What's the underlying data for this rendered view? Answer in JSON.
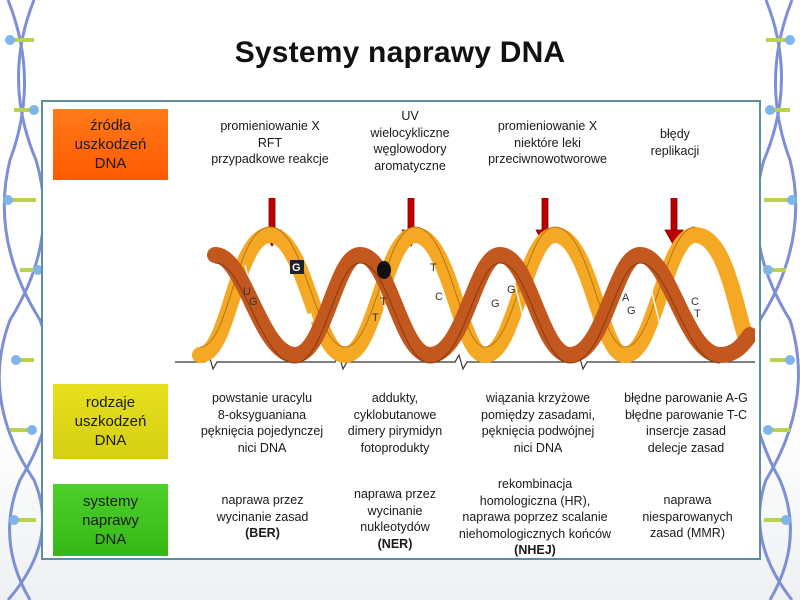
{
  "title": "Systemy naprawy DNA",
  "colors": {
    "sources_box": "#ff6a00",
    "types_box": "#e0d918",
    "repair_box": "#3fc21f",
    "strand_dark": "#c2581e",
    "strand_light": "#f4a824",
    "arrow": "#c00000",
    "panel_border": "#5b8fa0"
  },
  "row_labels": {
    "sources": [
      "źródła",
      "uszkodzeń",
      "DNA"
    ],
    "types": [
      "rodzaje",
      "uszkodzeń",
      "DNA"
    ],
    "repair": [
      "systemy",
      "naprawy",
      "DNA"
    ]
  },
  "sources": [
    [
      "promieniowanie X",
      "RFT",
      "przypadkowe reakcje"
    ],
    [
      "UV",
      "wielocykliczne",
      "węglowodory",
      "aromatyczne"
    ],
    [
      "promieniowanie X",
      "niektóre leki",
      "przeciwnowotworowe"
    ],
    [
      "błędy",
      "replikacji"
    ]
  ],
  "damage_types": [
    [
      "powstanie uracylu",
      "8-oksyguaniana",
      "pęknięcia pojedynczej",
      "nici DNA"
    ],
    [
      "addukty,",
      "cyklobutanowe",
      "dimery pirymidyn",
      "fotoprodukty"
    ],
    [
      "wiązania krzyżowe",
      "pomiędzy zasadami,",
      "pęknięcia podwójnej",
      "nici DNA"
    ],
    [
      "błędne parowanie A-G",
      "błędne parowanie T-C",
      "insercje zasad",
      "delecje zasad"
    ]
  ],
  "repair_systems": [
    [
      "naprawa przez",
      "wycinanie zasad",
      "(BER)"
    ],
    [
      "naprawa przez",
      "wycinanie",
      "nukleotydów",
      "(NER)"
    ],
    [
      "rekombinacja",
      "homologiczna (HR),",
      "naprawa poprzez scalanie",
      "niehomologicznych końców",
      "(NHEJ)"
    ],
    [
      "naprawa",
      "niesparowanych",
      "zasad (MMR)"
    ]
  ],
  "helix_letters": {
    "u": "U",
    "g1": "G",
    "g_box": "G",
    "t1": "T",
    "t2": "T",
    "t3": "T",
    "c1": "C",
    "g2": "G",
    "g3": "G",
    "a": "A",
    "g4": "G",
    "c2": "C",
    "t4": "T"
  }
}
